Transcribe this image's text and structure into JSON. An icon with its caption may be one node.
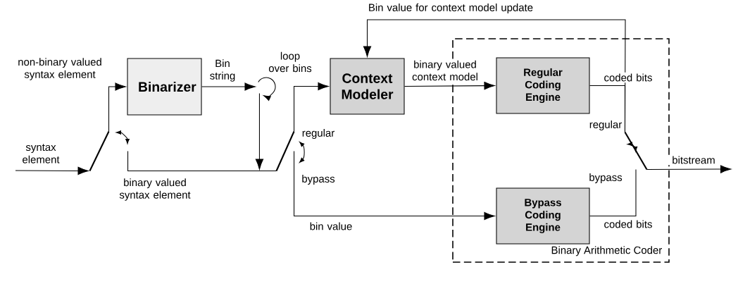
{
  "diagram": {
    "nodes": [
      {
        "text": [
          "Binarizer"
        ]
      },
      {
        "text": [
          "Context Modeler"
        ]
      },
      {
        "text": [
          "Binary Arithmetic Coder"
        ]
      },
      {
        "text": [
          "Regular Coding Engine"
        ],
        "in": 2
      },
      {
        "text": [
          "Bypass Coding Engine"
        ],
        "in": 2
      },
      {
        "text": [],
        "shape": "switch"
      },
      {
        "text": [],
        "shape": "switch",
        "beside": [
          "regular",
          "bypass"
        ]
      },
      {
        "text": [],
        "shape": "switch",
        "beside": [
          "regular",
          "bypass"
        ],
        "in": 2
      },
      {
        "text": [],
        "shape": "arc",
        "beside": [
          "loop over bins"
        ]
      }
    ],
    "edges": [
      {
        "from": null,
        "to": 5,
        "arrow": "to",
        "label": "syntax element"
      },
      {
        "from": 5,
        "to": 0,
        "arrow": "to",
        "label": "non-binary valued syntax element"
      },
      {
        "from": 5,
        "to": 6,
        "arrow": "none",
        "label": "binary valued syntax element"
      },
      {
        "from": 0,
        "to": 8,
        "arrow": "to",
        "label": "Bin string"
      },
      {
        "from": 8,
        "to": 6,
        "arrow": "to"
      },
      {
        "from": 6,
        "to": 1,
        "arrow": "to"
      },
      {
        "from": 6,
        "to": 4,
        "arrow": "to",
        "label": "bin value"
      },
      {
        "from": 1,
        "to": 3,
        "arrow": "to",
        "label": "binary valued context model"
      },
      {
        "from": 3,
        "to": 7,
        "arrow": "none",
        "label": "coded bits"
      },
      {
        "from": 4,
        "to": 7,
        "arrow": "none",
        "label": "coded bits"
      },
      {
        "from": 7,
        "to": null,
        "arrow": "to",
        "label": "bitstream"
      },
      {
        "from": 7,
        "to": 1,
        "arrow": "to",
        "label": "Bin value for context model update"
      }
    ]
  }
}
